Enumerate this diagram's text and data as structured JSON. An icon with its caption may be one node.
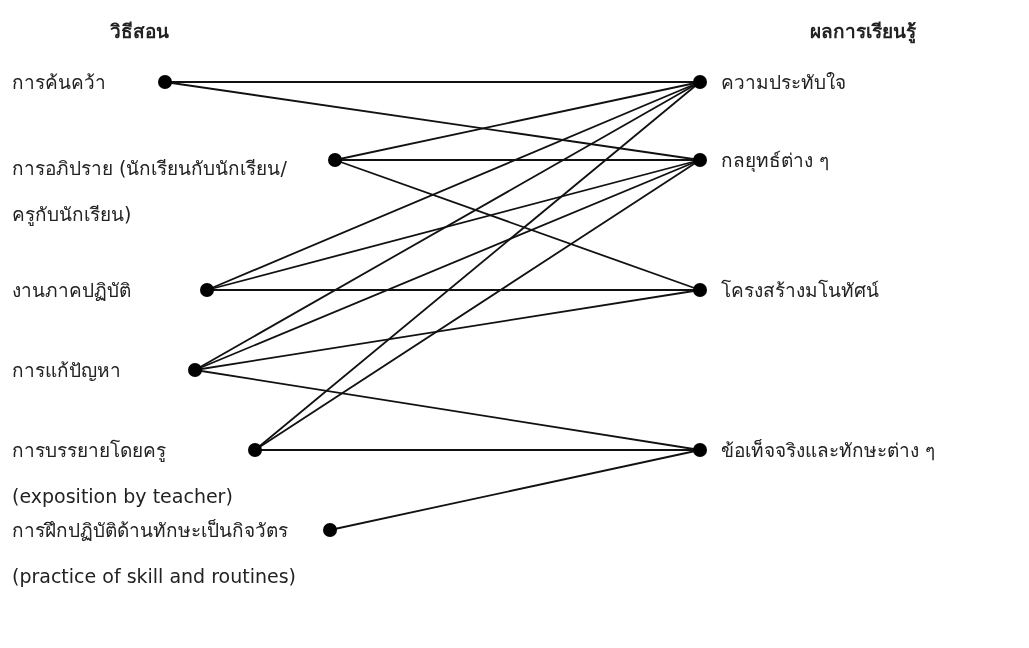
{
  "diagram": {
    "nodes": [
      {
        "text": [
          "การค้นคว้า"
        ]
      },
      {
        "text": [
          "การอภิปราย (นักเรียนกับนักเรียน/ ครูกับนักเรียน)"
        ]
      },
      {
        "text": [
          "งานภาคปฏิบัติ"
        ]
      },
      {
        "text": [
          "การแก้ปัญหา"
        ]
      },
      {
        "text": [
          "การบรรยายโดยครู",
          "(exposition by teacher)"
        ]
      },
      {
        "text": [
          "การฝึกปฏิบัติด้านทักษะเป็นกิจวัตร",
          "(practice of skill and routines)"
        ]
      },
      {
        "text": [
          "ความประทับใจ"
        ]
      },
      {
        "text": [
          "กลยุทธ์ต่าง ๆ"
        ]
      },
      {
        "text": [
          "โครงสร้างมโนทัศน์"
        ]
      },
      {
        "text": [
          "ข้อเท็จจริงและทักษะต่าง ๆ"
        ]
      }
    ],
    "edges": [
      {
        "from": 0,
        "to": 6,
        "arrow": "none"
      },
      {
        "from": 0,
        "to": 7,
        "arrow": "none"
      },
      {
        "from": 1,
        "to": 6,
        "arrow": "none"
      },
      {
        "from": 1,
        "to": 7,
        "arrow": "none"
      },
      {
        "from": 1,
        "to": 8,
        "arrow": "none"
      },
      {
        "from": 2,
        "to": 6,
        "arrow": "none"
      },
      {
        "from": 2,
        "to": 7,
        "arrow": "none"
      },
      {
        "from": 2,
        "to": 8,
        "arrow": "none"
      },
      {
        "from": 3,
        "to": 6,
        "arrow": "none"
      },
      {
        "from": 3,
        "to": 7,
        "arrow": "none"
      },
      {
        "from": 3,
        "to": 8,
        "arrow": "none"
      },
      {
        "from": 3,
        "to": 9,
        "arrow": "none"
      },
      {
        "from": 4,
        "to": 6,
        "arrow": "none"
      },
      {
        "from": 4,
        "to": 7,
        "arrow": "none"
      },
      {
        "from": 4,
        "to": 9,
        "arrow": "none"
      },
      {
        "from": 5,
        "to": 9,
        "arrow": "none"
      }
    ],
    "labels": [
      "วิธีสอน",
      "ผลการเรียนรู้"
    ]
  }
}
